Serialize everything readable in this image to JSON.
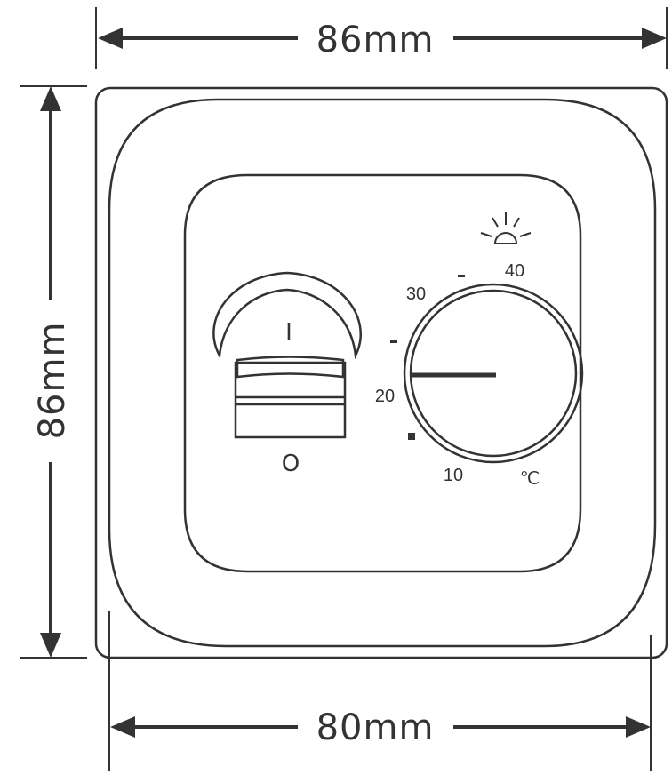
{
  "dimensions": {
    "top_width": "86mm",
    "left_height": "86mm",
    "bottom_width": "80mm"
  },
  "switch": {
    "on_label": "I",
    "off_label": "O"
  },
  "dial": {
    "scale_labels": [
      "10",
      "20",
      "30",
      "40"
    ],
    "unit": "℃",
    "heat_indicator": "sun-icon"
  }
}
